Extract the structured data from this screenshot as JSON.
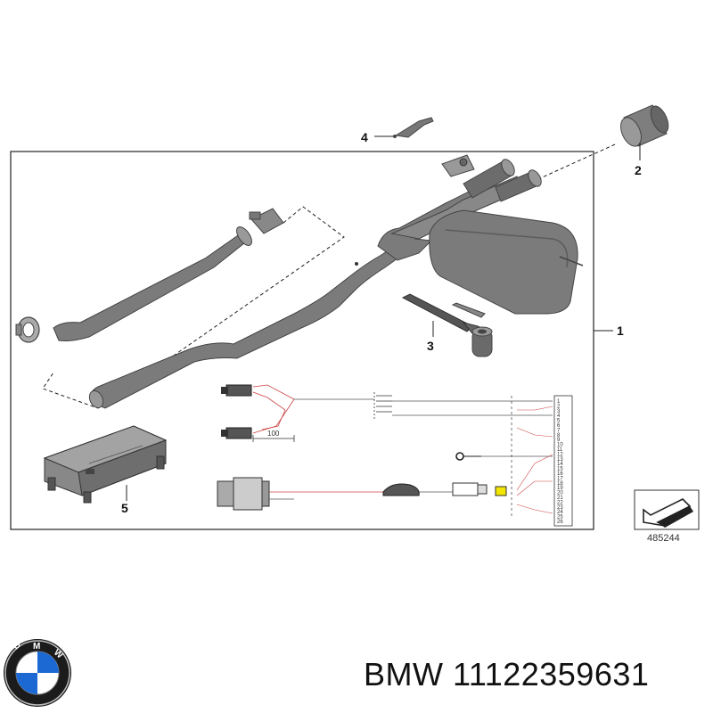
{
  "diagram": {
    "callouts": [
      "1",
      "2",
      "3",
      "4",
      "5"
    ],
    "dimension_label": "100",
    "pin_numbers": [
      "1",
      "2",
      "3",
      "4",
      "5",
      "6",
      "7",
      "8",
      "9",
      "10",
      "11",
      "12",
      "13",
      "14",
      "15",
      "16",
      "17",
      "18",
      "19",
      "20",
      "21",
      "22",
      "23",
      "24",
      "25",
      "26"
    ],
    "reference_number": "485244"
  },
  "brand": {
    "name": "BMW",
    "part_number": "11122359631",
    "logo_letters": "BMW"
  },
  "colors": {
    "part_gray": "#7b7b7b",
    "part_dark": "#555555",
    "line": "#222222",
    "wire_red": "#c44",
    "connector_yellow": "#f2e600",
    "logo_blue": "#1c69d4"
  }
}
